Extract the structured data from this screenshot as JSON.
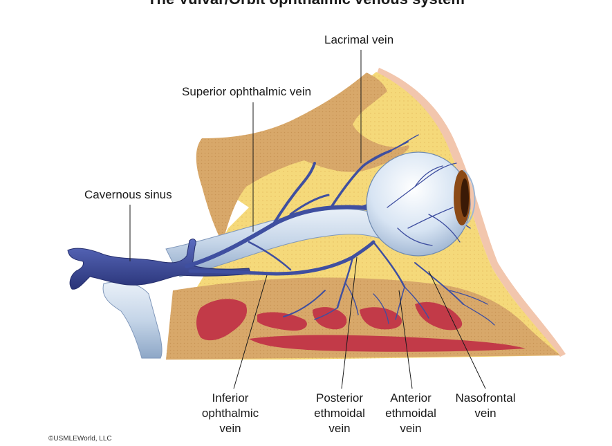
{
  "title": "The Vulvar/Orbit ophthalmic venous system",
  "labels": {
    "lacrimal_vein": "Lacrimal vein",
    "superior_ophthalmic_vein": "Superior ophthalmic vein",
    "cavernous_sinus": "Cavernous sinus",
    "inferior_ophthalmic_vein": [
      "Inferior",
      "ophthalmic",
      "vein"
    ],
    "posterior_ethmoidal_vein": [
      "Posterior",
      "ethmoidal",
      "vein"
    ],
    "anterior_ethmoidal_vein": [
      "Anterior",
      "ethmoidal",
      "vein"
    ],
    "nasofrontal_vein": [
      "Nasofrontal",
      "vein"
    ]
  },
  "copyright": "©USMLEWorld, LLC",
  "colors": {
    "bone": "#d9a86a",
    "bone_dark": "#c99355",
    "fat": "#f6dd7a",
    "skin": "#f4c4a8",
    "vein": "#3f4fa0",
    "vein_dark": "#27306e",
    "eye": "#dfe9f5",
    "eye_shade": "#a9bfd9",
    "sinus_red": "#c23a48",
    "iris": "#8b4a16"
  }
}
